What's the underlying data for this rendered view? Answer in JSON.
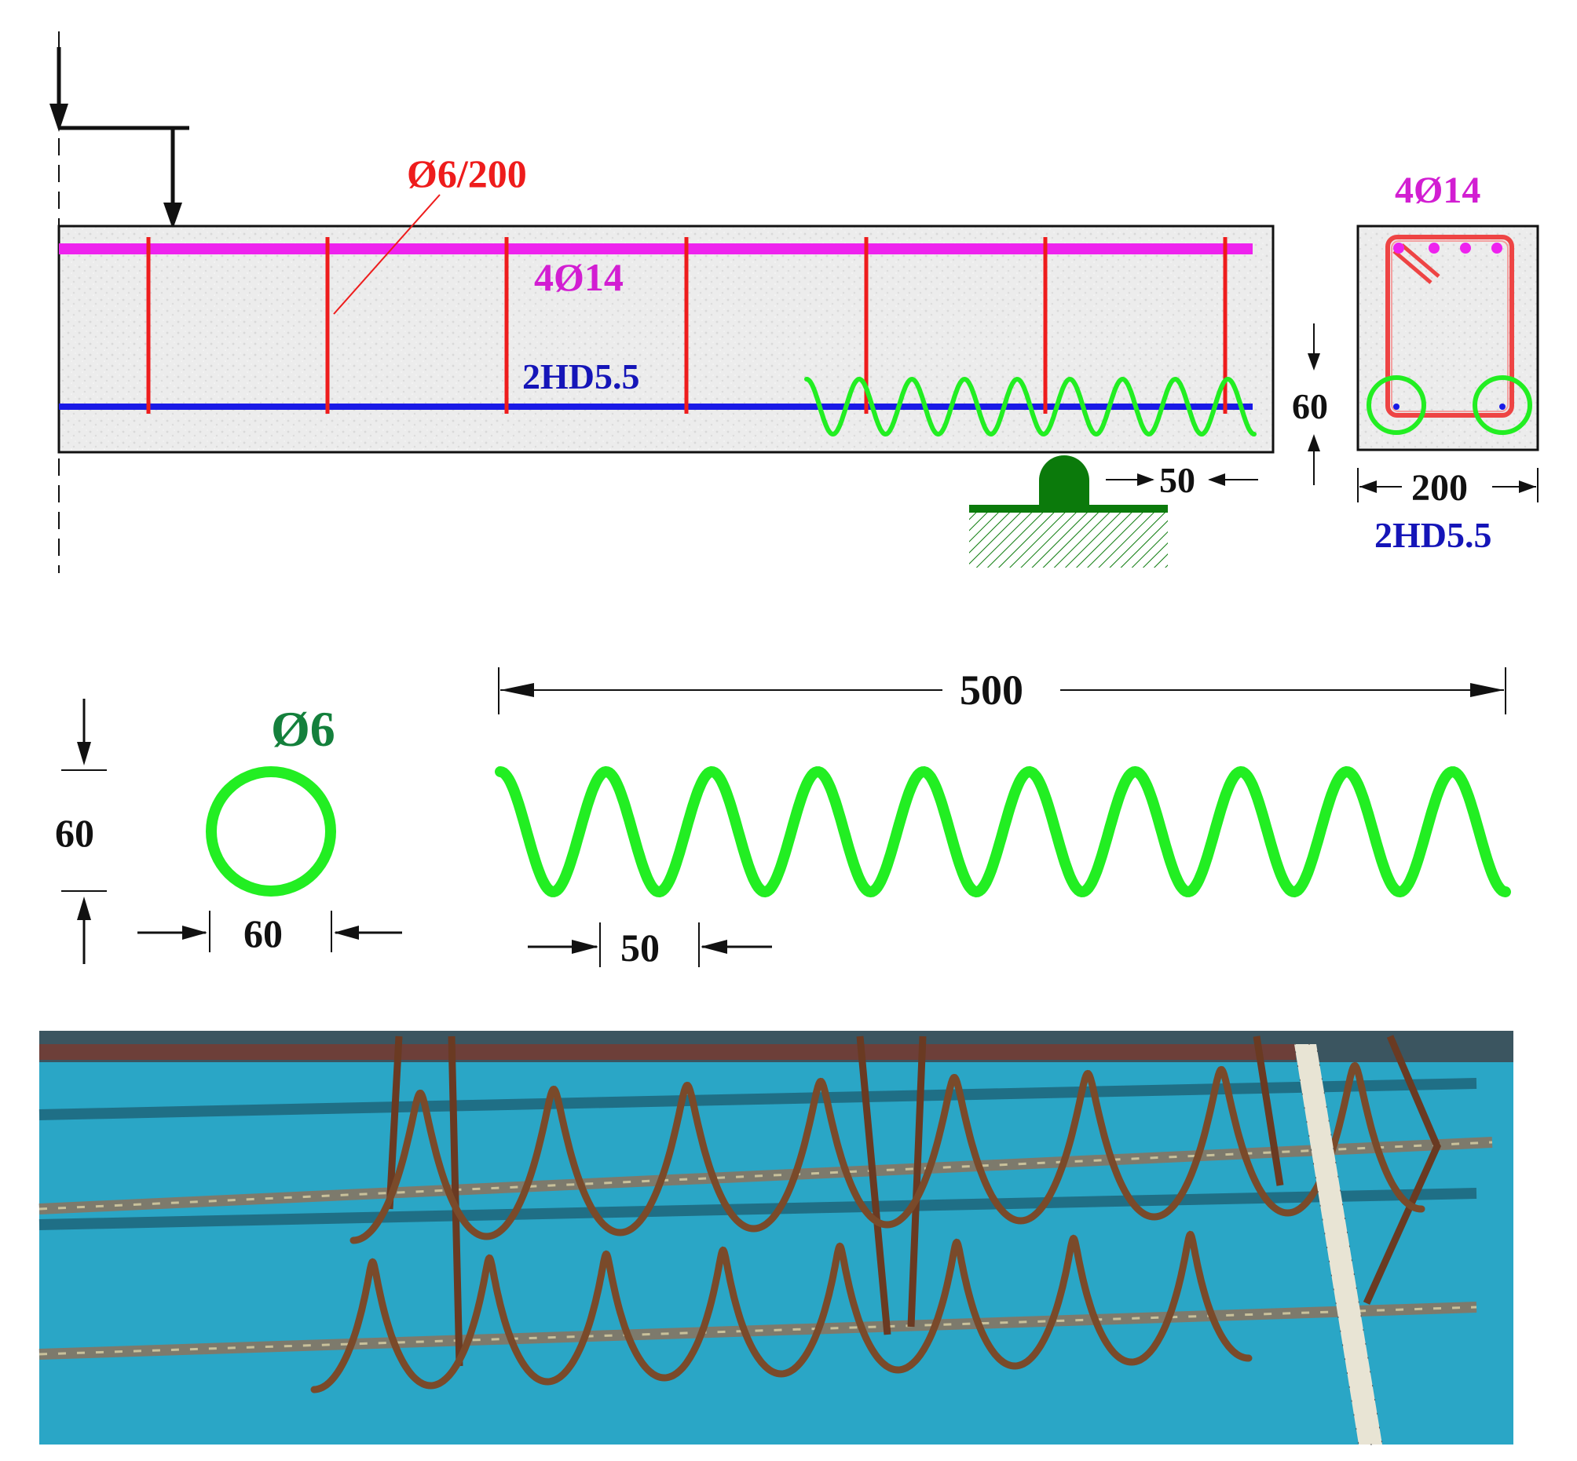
{
  "beam": {
    "stirrup_label": "Ø6/200",
    "top_bar_label": "4Ø14",
    "bottom_bar_label": "2HD5.5",
    "spiral_depth_label": "60",
    "support_offset_label": "50"
  },
  "section": {
    "top_label": "4Ø14",
    "width_label": "200",
    "bottom_label": "2HD5.5"
  },
  "spiral_detail": {
    "bar_label": "Ø6",
    "height_label": "60",
    "diameter_label": "60",
    "length_label": "500",
    "pitch_label": "50"
  },
  "photo": {
    "description_hidden": ""
  },
  "colors": {
    "stirrup": "#ee1c1c",
    "top_bar": "#ee22ee",
    "bottom_bar": "#1a1ae6",
    "spiral": "#22ee22",
    "support": "#0b7a0b",
    "photo_bg": "#2aa6c6",
    "rebar": "#7a4a2a"
  }
}
